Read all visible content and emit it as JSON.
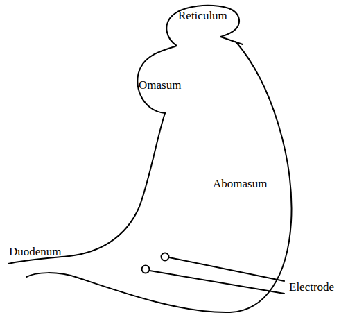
{
  "diagram": {
    "labels": [
      "Reticulum",
      "Omasum",
      "Abomasum",
      "Duodenum",
      "Electrode"
    ]
  }
}
